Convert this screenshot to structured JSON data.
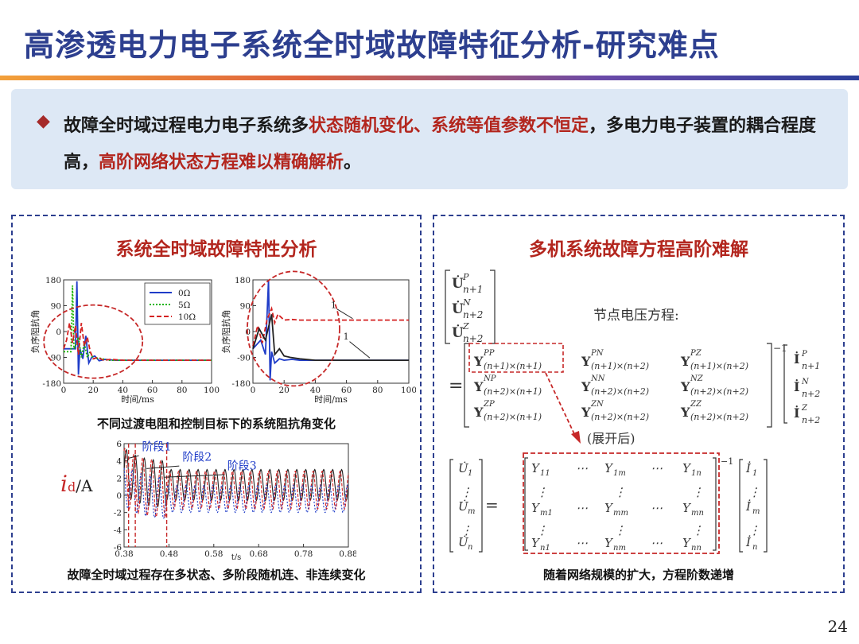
{
  "slide": {
    "title": "高渗透电力电子系统全时域故障特征分析-研究难点",
    "page_number": "24"
  },
  "summary": {
    "lead": "故障全时域过程电力电子系统多",
    "hl1": "状态随机变化、系统等值参数不恒定",
    "mid": "，多电力电子装置的耦合程度高，",
    "hl2": "高阶网络状态方程难以精确解析",
    "end": "。",
    "colors": {
      "highlight": "#b3261e",
      "background": "#dde8f5"
    }
  },
  "left_panel": {
    "title": "系统全时域故障特性分析",
    "caption_top": "不同过渡电阻和控制目标下的系统阻抗角变化",
    "caption_bottom": "故障全时域过程存在多状态、多阶段随机连、非连续变化",
    "id_label_main": "i",
    "id_label_sub": "d",
    "id_label_unit": "/A",
    "stage_labels": [
      "阶段1",
      "阶段2",
      "阶段3"
    ]
  },
  "right_panel": {
    "title": "多机系统故障方程高阶难解",
    "equation_label": "节点电压方程:",
    "expand_label": "(展开后)",
    "caption": "随着网络规模的扩大，方程阶数递增"
  },
  "chart_data": [
    {
      "type": "line",
      "title": "",
      "xlabel": "时间/ms",
      "ylabel": "负序阻抗角",
      "xlim": [
        0,
        100
      ],
      "ylim": [
        -180,
        180
      ],
      "x_ticks": [
        "0",
        "20",
        "40",
        "60",
        "80",
        "100"
      ],
      "y_ticks": [
        "180",
        "90",
        "0",
        "-90",
        "-180"
      ],
      "legend": [
        "0Ω",
        "5Ω",
        "10Ω"
      ],
      "legend_position": "top-right",
      "series": [
        {
          "name": "0Ω",
          "color": "#1f3cc8",
          "x": [
            0,
            8,
            9,
            10,
            11,
            13,
            15,
            17,
            19,
            21,
            24,
            28,
            35,
            45,
            100
          ],
          "y": [
            -60,
            -60,
            175,
            -150,
            -60,
            -95,
            -15,
            -110,
            -90,
            -85,
            -102,
            -97,
            -100,
            -100,
            -100
          ]
        },
        {
          "name": "5Ω",
          "color": "#19b400",
          "x": [
            0,
            5,
            6,
            7,
            8,
            10,
            12,
            14,
            16,
            18,
            20,
            24,
            30,
            40,
            100
          ],
          "y": [
            -70,
            -70,
            160,
            -60,
            -50,
            -20,
            -90,
            -40,
            -90,
            -70,
            -95,
            -92,
            -100,
            -100,
            -100
          ]
        },
        {
          "name": "10Ω",
          "color": "#d42020",
          "x": [
            0,
            2,
            4,
            6,
            8,
            10,
            12,
            14,
            16,
            18,
            20,
            23,
            27,
            32,
            40,
            100
          ],
          "y": [
            -60,
            -30,
            30,
            -40,
            20,
            -80,
            30,
            -50,
            -20,
            -70,
            -95,
            -90,
            -100,
            -97,
            -100,
            -100
          ]
        }
      ]
    },
    {
      "type": "line",
      "title": "",
      "xlabel": "时间/ms",
      "ylabel": "负序阻抗角",
      "xlim": [
        0,
        100
      ],
      "ylim": [
        -180,
        180
      ],
      "x_ticks": [
        "0",
        "20",
        "40",
        "60",
        "80",
        "100"
      ],
      "y_ticks": [
        "180",
        "90",
        "0",
        "-90",
        "-180"
      ],
      "annotations": [
        "1",
        "1"
      ],
      "series": [
        {
          "name": "",
          "color": "#1f3cc8",
          "x": [
            0,
            5,
            8,
            10,
            11,
            12,
            14,
            17,
            20,
            25,
            30,
            40,
            100
          ],
          "y": [
            -60,
            -30,
            -80,
            180,
            -170,
            -70,
            -110,
            -95,
            -100,
            -97,
            -100,
            -100,
            -100
          ]
        },
        {
          "name": "",
          "color": "#d42020",
          "x": [
            0,
            3,
            6,
            9,
            12,
            14,
            16,
            20,
            25,
            30,
            40,
            100
          ],
          "y": [
            -50,
            20,
            -40,
            40,
            80,
            30,
            60,
            40,
            42,
            40,
            40,
            40
          ]
        },
        {
          "name": "",
          "color": "#222222",
          "x": [
            0,
            4,
            8,
            12,
            14,
            17,
            20,
            24,
            30,
            40,
            100
          ],
          "y": [
            -60,
            10,
            -30,
            60,
            -80,
            -60,
            -85,
            -90,
            -95,
            -100,
            -100
          ]
        }
      ]
    },
    {
      "type": "line",
      "title": "",
      "xlabel": "t/s",
      "ylabel": "id/A",
      "xlim": [
        0.38,
        0.88
      ],
      "ylim": [
        -6,
        6
      ],
      "x_ticks": [
        "0.38",
        "0.48",
        "0.58",
        "0.68",
        "0.78",
        "0.88"
      ],
      "y_ticks": [
        "6",
        "4",
        "2",
        "0",
        "-2",
        "-4",
        "-6"
      ],
      "stage_boundaries": [
        0.39,
        0.405,
        0.475
      ],
      "series": [
        {
          "name": "",
          "color": "#222222",
          "kind": "oscillation",
          "center": 1.2,
          "amplitude": 1.8
        },
        {
          "name": "",
          "color": "#d42020",
          "kind": "oscillation",
          "center": 0.6,
          "amplitude": 2.2
        },
        {
          "name": "",
          "color": "#1f3cc8",
          "kind": "oscillation",
          "center": -0.4,
          "amplitude": 1.6
        }
      ]
    }
  ]
}
